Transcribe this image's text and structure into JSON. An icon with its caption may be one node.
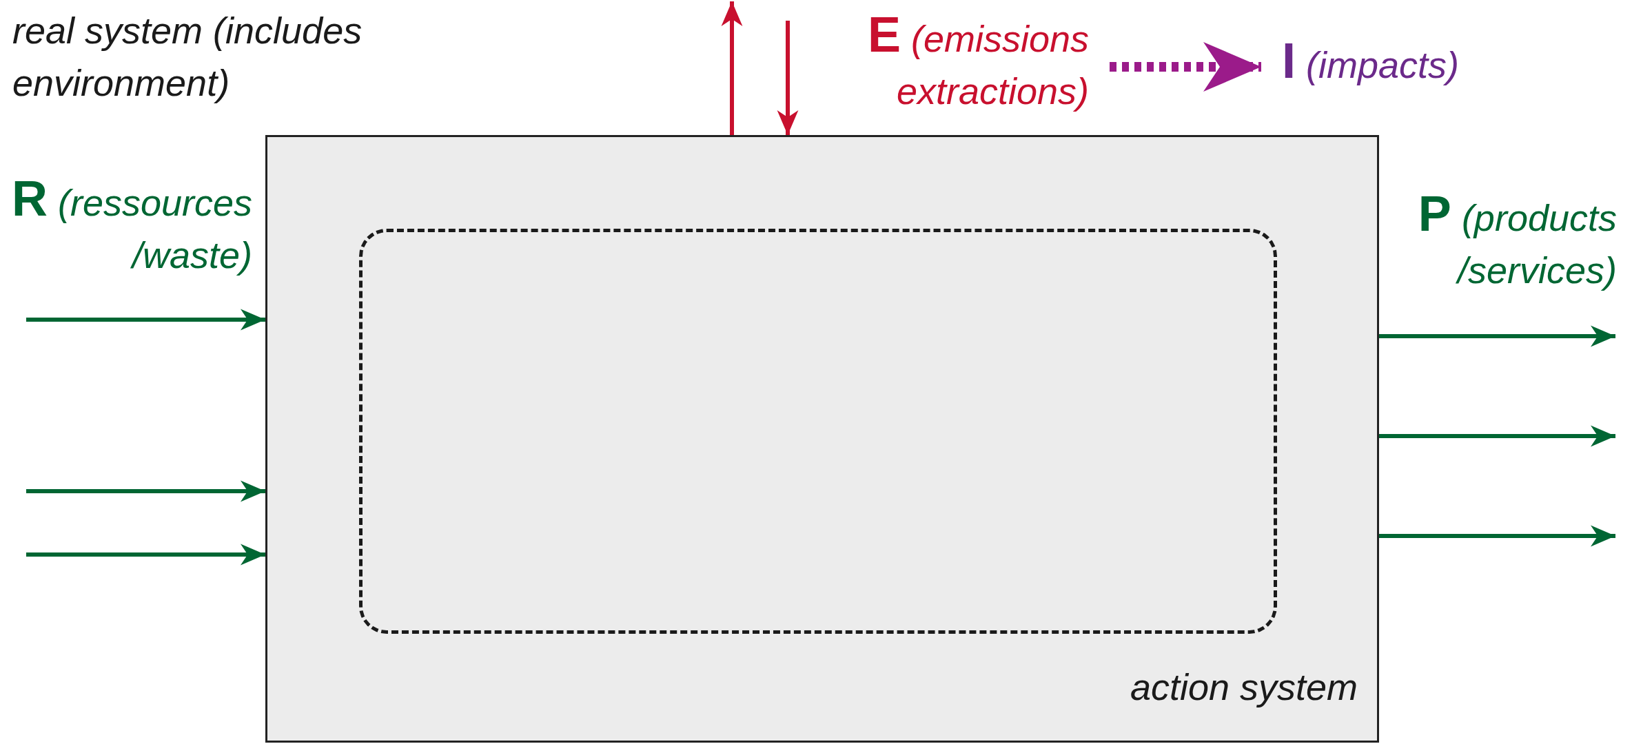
{
  "diagram": {
    "nodes": [
      {
        "text": [
          "action system"
        ]
      },
      {
        "text": [],
        "shape": "box",
        "in": 0
      },
      {
        "text": [
          "**E** *(emissions extractions)*"
        ]
      },
      {
        "text": [
          "**I** *(impacts)*"
        ]
      }
    ],
    "edges": [
      {
        "from": null,
        "to": 0,
        "arrow": "to"
      },
      {
        "from": null,
        "to": 0,
        "arrow": "to"
      },
      {
        "from": null,
        "to": 0,
        "arrow": "to"
      },
      {
        "from": 0,
        "to": null,
        "arrow": "to"
      },
      {
        "from": 0,
        "to": null,
        "arrow": "to"
      },
      {
        "from": 0,
        "to": null,
        "arrow": "to"
      },
      {
        "from": 0,
        "to": null,
        "arrow": "to",
        "color": "#c8102e"
      },
      {
        "from": null,
        "to": 0,
        "arrow": "to",
        "color": "#c8102e"
      },
      {
        "from": 2,
        "to": 3,
        "arrow": "to",
        "style": "dashed",
        "color": "#9b1b8a"
      }
    ],
    "labels": [
      "real system (includes environment)",
      "**R** *(ressources /waste)*",
      "**P** *(products /services)*"
    ]
  }
}
